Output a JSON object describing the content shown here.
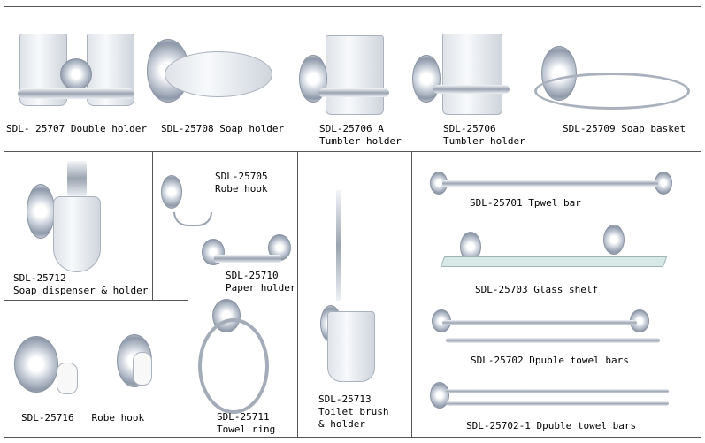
{
  "products": [
    {
      "code": "SDL- 25707",
      "name": "Double holder"
    },
    {
      "code": "SDL-25708",
      "name": "Soap holder"
    },
    {
      "code": "SDL-25706 A",
      "name": "Tumbler holder"
    },
    {
      "code": "SDL-25706",
      "name": "Tumbler holder"
    },
    {
      "code": "SDL-25709",
      "name": "Soap basket"
    },
    {
      "code": "SDL-25712",
      "name": "Soap dispenser & holder"
    },
    {
      "code": "SDL-25705",
      "name": "Robe hook"
    },
    {
      "code": "SDL-25710",
      "name": "Paper holder"
    },
    {
      "code": "SDL-25711",
      "name": "Towel ring"
    },
    {
      "code": "SDL-25713",
      "name": "Toilet brush",
      "name2": "& holder"
    },
    {
      "code": "SDL-25716",
      "name": "Robe hook"
    },
    {
      "code": "SDL-25701",
      "name": "Tpwel bar"
    },
    {
      "code": "SDL-25703",
      "name": "Glass shelf"
    },
    {
      "code": "SDL-25702",
      "name": "Dpuble towel bars"
    },
    {
      "code": "SDL-25702-1",
      "name": "Dpuble towel bars"
    }
  ]
}
